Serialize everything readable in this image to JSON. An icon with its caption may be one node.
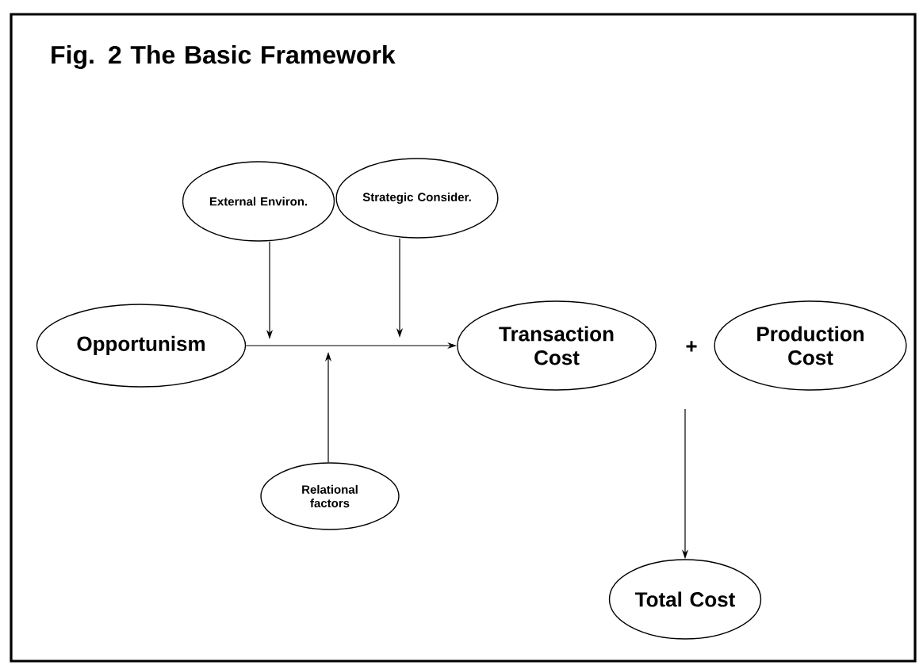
{
  "diagram": {
    "title": "Fig. 2 The Basic Framework",
    "nodes": [
      {
        "text": [
          "External Environ."
        ]
      },
      {
        "text": [
          "Strategic Consider."
        ]
      },
      {
        "text": [
          "Opportunism"
        ]
      },
      {
        "text": [
          "Transaction Cost"
        ]
      },
      {
        "text": [
          "Production Cost"
        ]
      },
      {
        "text": [
          "Relational factors"
        ]
      },
      {
        "text": [
          "Total Cost"
        ]
      }
    ],
    "edges": [
      {
        "from": 2,
        "to": 3,
        "arrow": "to"
      },
      {
        "from": 0,
        "to": null,
        "arrow": "to"
      },
      {
        "from": 1,
        "to": null,
        "arrow": "to"
      },
      {
        "from": 5,
        "to": null,
        "arrow": "to"
      },
      {
        "from": null,
        "to": 6,
        "arrow": "to"
      }
    ],
    "labels": [
      "+"
    ]
  }
}
